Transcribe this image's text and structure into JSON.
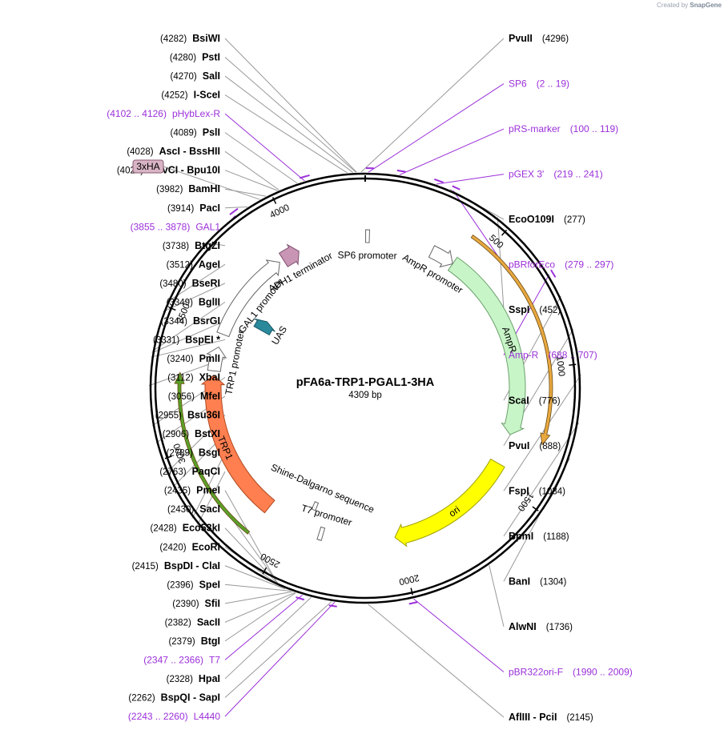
{
  "credit": {
    "prefix": "Created by",
    "brand": "SnapGene"
  },
  "plasmid": {
    "name": "pFA6a-TRP1-PGAL1-3HA",
    "size_label": "4309 bp",
    "length": 4309
  },
  "colors": {
    "primer": "#9b30d9",
    "backbone": "#000000",
    "leader": "#999999"
  },
  "ticks": [
    {
      "pos": 500,
      "label": "500"
    },
    {
      "pos": 1000,
      "label": "1000"
    },
    {
      "pos": 1500,
      "label": "1500"
    },
    {
      "pos": 2000,
      "label": "2000"
    },
    {
      "pos": 2500,
      "label": "2500"
    },
    {
      "pos": 3000,
      "label": "3000"
    },
    {
      "pos": 3500,
      "label": "3500"
    },
    {
      "pos": 4000,
      "label": "4000"
    }
  ],
  "enzymes_right": [
    {
      "name": "PvuII",
      "pos_text": "(4296)",
      "site": 4296
    },
    {
      "name": "EcoO109I",
      "pos_text": "(277)",
      "site": 277
    },
    {
      "name": "SspI",
      "pos_text": "(452)",
      "site": 452
    },
    {
      "name": "ScaI",
      "pos_text": "(776)",
      "site": 776
    },
    {
      "name": "PvuI",
      "pos_text": "(888)",
      "site": 888
    },
    {
      "name": "FspI",
      "pos_text": "(1034)",
      "site": 1034
    },
    {
      "name": "BpmI",
      "pos_text": "(1188)",
      "site": 1188
    },
    {
      "name": "BanI",
      "pos_text": "(1304)",
      "site": 1304
    },
    {
      "name": "AlwNI",
      "pos_text": "(1736)",
      "site": 1736
    },
    {
      "name": "AflIII  - PciI",
      "pos_text": "(2145)",
      "site": 2145
    }
  ],
  "enzymes_left": [
    {
      "name": "BsiWI",
      "pos_text": "(4282)",
      "site": 4282
    },
    {
      "name": "PstI",
      "pos_text": "(4280)",
      "site": 4280
    },
    {
      "name": "SalI",
      "pos_text": "(4270)",
      "site": 4270
    },
    {
      "name": "I-SceI",
      "pos_text": "(4252)",
      "site": 4252
    },
    {
      "name": "PslI",
      "pos_text": "(4089)",
      "site": 4089
    },
    {
      "name": "AscI  - BssHII",
      "pos_text": "(4028)",
      "site": 4028
    },
    {
      "name": "BbvCI  - Bpu10I",
      "pos_text": "(4023)",
      "site": 4023
    },
    {
      "name": "BamHI",
      "pos_text": "(3982)",
      "site": 3982
    },
    {
      "name": "PacI",
      "pos_text": "(3914)",
      "site": 3914
    },
    {
      "name": "BtgZI",
      "pos_text": "(3738)",
      "site": 3738
    },
    {
      "name": "AgeI",
      "pos_text": "(3512)",
      "site": 3512
    },
    {
      "name": "BseRI",
      "pos_text": "(3480)",
      "site": 3480
    },
    {
      "name": "BglII",
      "pos_text": "(3349)",
      "site": 3349
    },
    {
      "name": "BsrGI",
      "pos_text": "(3344)",
      "site": 3344
    },
    {
      "name": "BspEI *",
      "pos_text": "(3331)",
      "site": 3331
    },
    {
      "name": "PmlI",
      "pos_text": "(3240)",
      "site": 3240
    },
    {
      "name": "XbaI",
      "pos_text": "(3112)",
      "site": 3112
    },
    {
      "name": "MfeI",
      "pos_text": "(3056)",
      "site": 3056
    },
    {
      "name": "Bsu36I",
      "pos_text": "(2955)",
      "site": 2955
    },
    {
      "name": "BstXI",
      "pos_text": "(2906)",
      "site": 2906
    },
    {
      "name": "BsgI",
      "pos_text": "(2789)",
      "site": 2789
    },
    {
      "name": "PaqCI",
      "pos_text": "(2763)",
      "site": 2763
    },
    {
      "name": "PmeI",
      "pos_text": "(2435)",
      "site": 2435
    },
    {
      "name": "SacI",
      "pos_text": "(2430)",
      "site": 2430
    },
    {
      "name": "Eco53kI",
      "pos_text": "(2428)",
      "site": 2428
    },
    {
      "name": "EcoRI",
      "pos_text": "(2420)",
      "site": 2420
    },
    {
      "name": "BspDI  - ClaI",
      "pos_text": "(2415)",
      "site": 2415
    },
    {
      "name": "SpeI",
      "pos_text": "(2396)",
      "site": 2396
    },
    {
      "name": "SfiI",
      "pos_text": "(2390)",
      "site": 2390
    },
    {
      "name": "SacII",
      "pos_text": "(2382)",
      "site": 2382
    },
    {
      "name": "BtgI",
      "pos_text": "(2379)",
      "site": 2379
    },
    {
      "name": "HpaI",
      "pos_text": "(2328)",
      "site": 2328
    },
    {
      "name": "BspQI  - SapI",
      "pos_text": "(2262)",
      "site": 2262
    }
  ],
  "primers_right": [
    {
      "name": "SP6",
      "range": "(2 .. 19)",
      "start": 2,
      "end": 19
    },
    {
      "name": "pRS-marker",
      "range": "(100 .. 119)",
      "start": 100,
      "end": 119
    },
    {
      "name": "pGEX 3'",
      "range": "(219 .. 241)",
      "start": 219,
      "end": 241
    },
    {
      "name": "pBRforEco",
      "range": "(279 .. 297)",
      "start": 279,
      "end": 297
    },
    {
      "name": "Amp-R",
      "range": "(688 .. 707)",
      "start": 688,
      "end": 707
    },
    {
      "name": "pBR322ori-F",
      "range": "(1990 .. 2009)",
      "start": 1990,
      "end": 2009
    }
  ],
  "primers_left": [
    {
      "name": "pHybLex-R",
      "range": "(4102 .. 4126)",
      "start": 4102,
      "end": 4126
    },
    {
      "name": "GAL1",
      "range": "(3855 .. 3878)",
      "start": 3855,
      "end": 3878
    },
    {
      "name": "T7",
      "range": "(2347 .. 2366)",
      "start": 2347,
      "end": 2366
    },
    {
      "name": "L4440",
      "range": "(2243 .. 2260)",
      "start": 2243,
      "end": 2260
    }
  ],
  "outer_feature": {
    "name": "3xHA",
    "pos": 3960,
    "color": "#d8b4c4"
  },
  "features": [
    {
      "name": "AmpR",
      "start": 420,
      "end": 1290,
      "radius": 190,
      "width": 20,
      "fill": "#c8f5c8",
      "stroke": "#6aa06a",
      "label_mode": "inside"
    },
    {
      "name": "ori",
      "start": 1430,
      "end": 2020,
      "radius": 190,
      "width": 20,
      "fill": "#ffff00",
      "stroke": "#a0a000",
      "label_mode": "inside"
    },
    {
      "name": "TRP1",
      "start": 2620,
      "end": 3290,
      "radius": 190,
      "width": 20,
      "fill": "#ff7f50",
      "stroke": "#b04a20",
      "label_mode": "inside"
    },
    {
      "name": "AmpR promoter",
      "start": 310,
      "end": 420,
      "radius": 190,
      "width": 16,
      "fill": "#ffffff",
      "stroke": "#666666",
      "label_mode": "path"
    },
    {
      "name": "GAL1 promoter",
      "start": 3480,
      "end": 3900,
      "radius": 190,
      "width": 16,
      "fill": "#ffffff",
      "stroke": "#666666",
      "label_mode": "path"
    },
    {
      "name": "TRP1 promoter",
      "start": 3310,
      "end": 3420,
      "radius": 190,
      "width": 16,
      "fill": "#ffffff",
      "stroke": "#666666",
      "label_mode": "path"
    },
    {
      "name": "ADH1 terminator",
      "start": 3920,
      "end": 4000,
      "radius": 190,
      "width": 20,
      "fill": "#c896b4",
      "stroke": "#805070",
      "label_mode": "path"
    },
    {
      "name": "SP6 promoter",
      "start": 2,
      "end": 19,
      "radius": 190,
      "width": 16,
      "fill": "#ffffff",
      "stroke": "#666666",
      "label_mode": "path"
    },
    {
      "name": "T7 promoter",
      "start": 2347,
      "end": 2366,
      "radius": 190,
      "width": 16,
      "fill": "#ffffff",
      "stroke": "#666666",
      "label_mode": "path"
    },
    {
      "name": "UAS",
      "start": 3580,
      "end": 3640,
      "radius": 148,
      "width": 22,
      "fill": "#2a8a9c",
      "stroke": "#1a5a66",
      "label_mode": "side"
    },
    {
      "name": "Shine-Dalgarno sequence",
      "start": 2420,
      "end": 2440,
      "radius": 160,
      "width": 10,
      "fill": "#ffffff",
      "stroke": "#666666",
      "label_mode": "path"
    }
  ],
  "outer_arrows": [
    {
      "name": "AmpR-marker",
      "start": 420,
      "end": 1290,
      "radius": 232,
      "color": "#e8a840"
    },
    {
      "name": "TRP1-marker",
      "start": 2620,
      "end": 3290,
      "radius": 232,
      "color": "#5aa02a"
    }
  ]
}
